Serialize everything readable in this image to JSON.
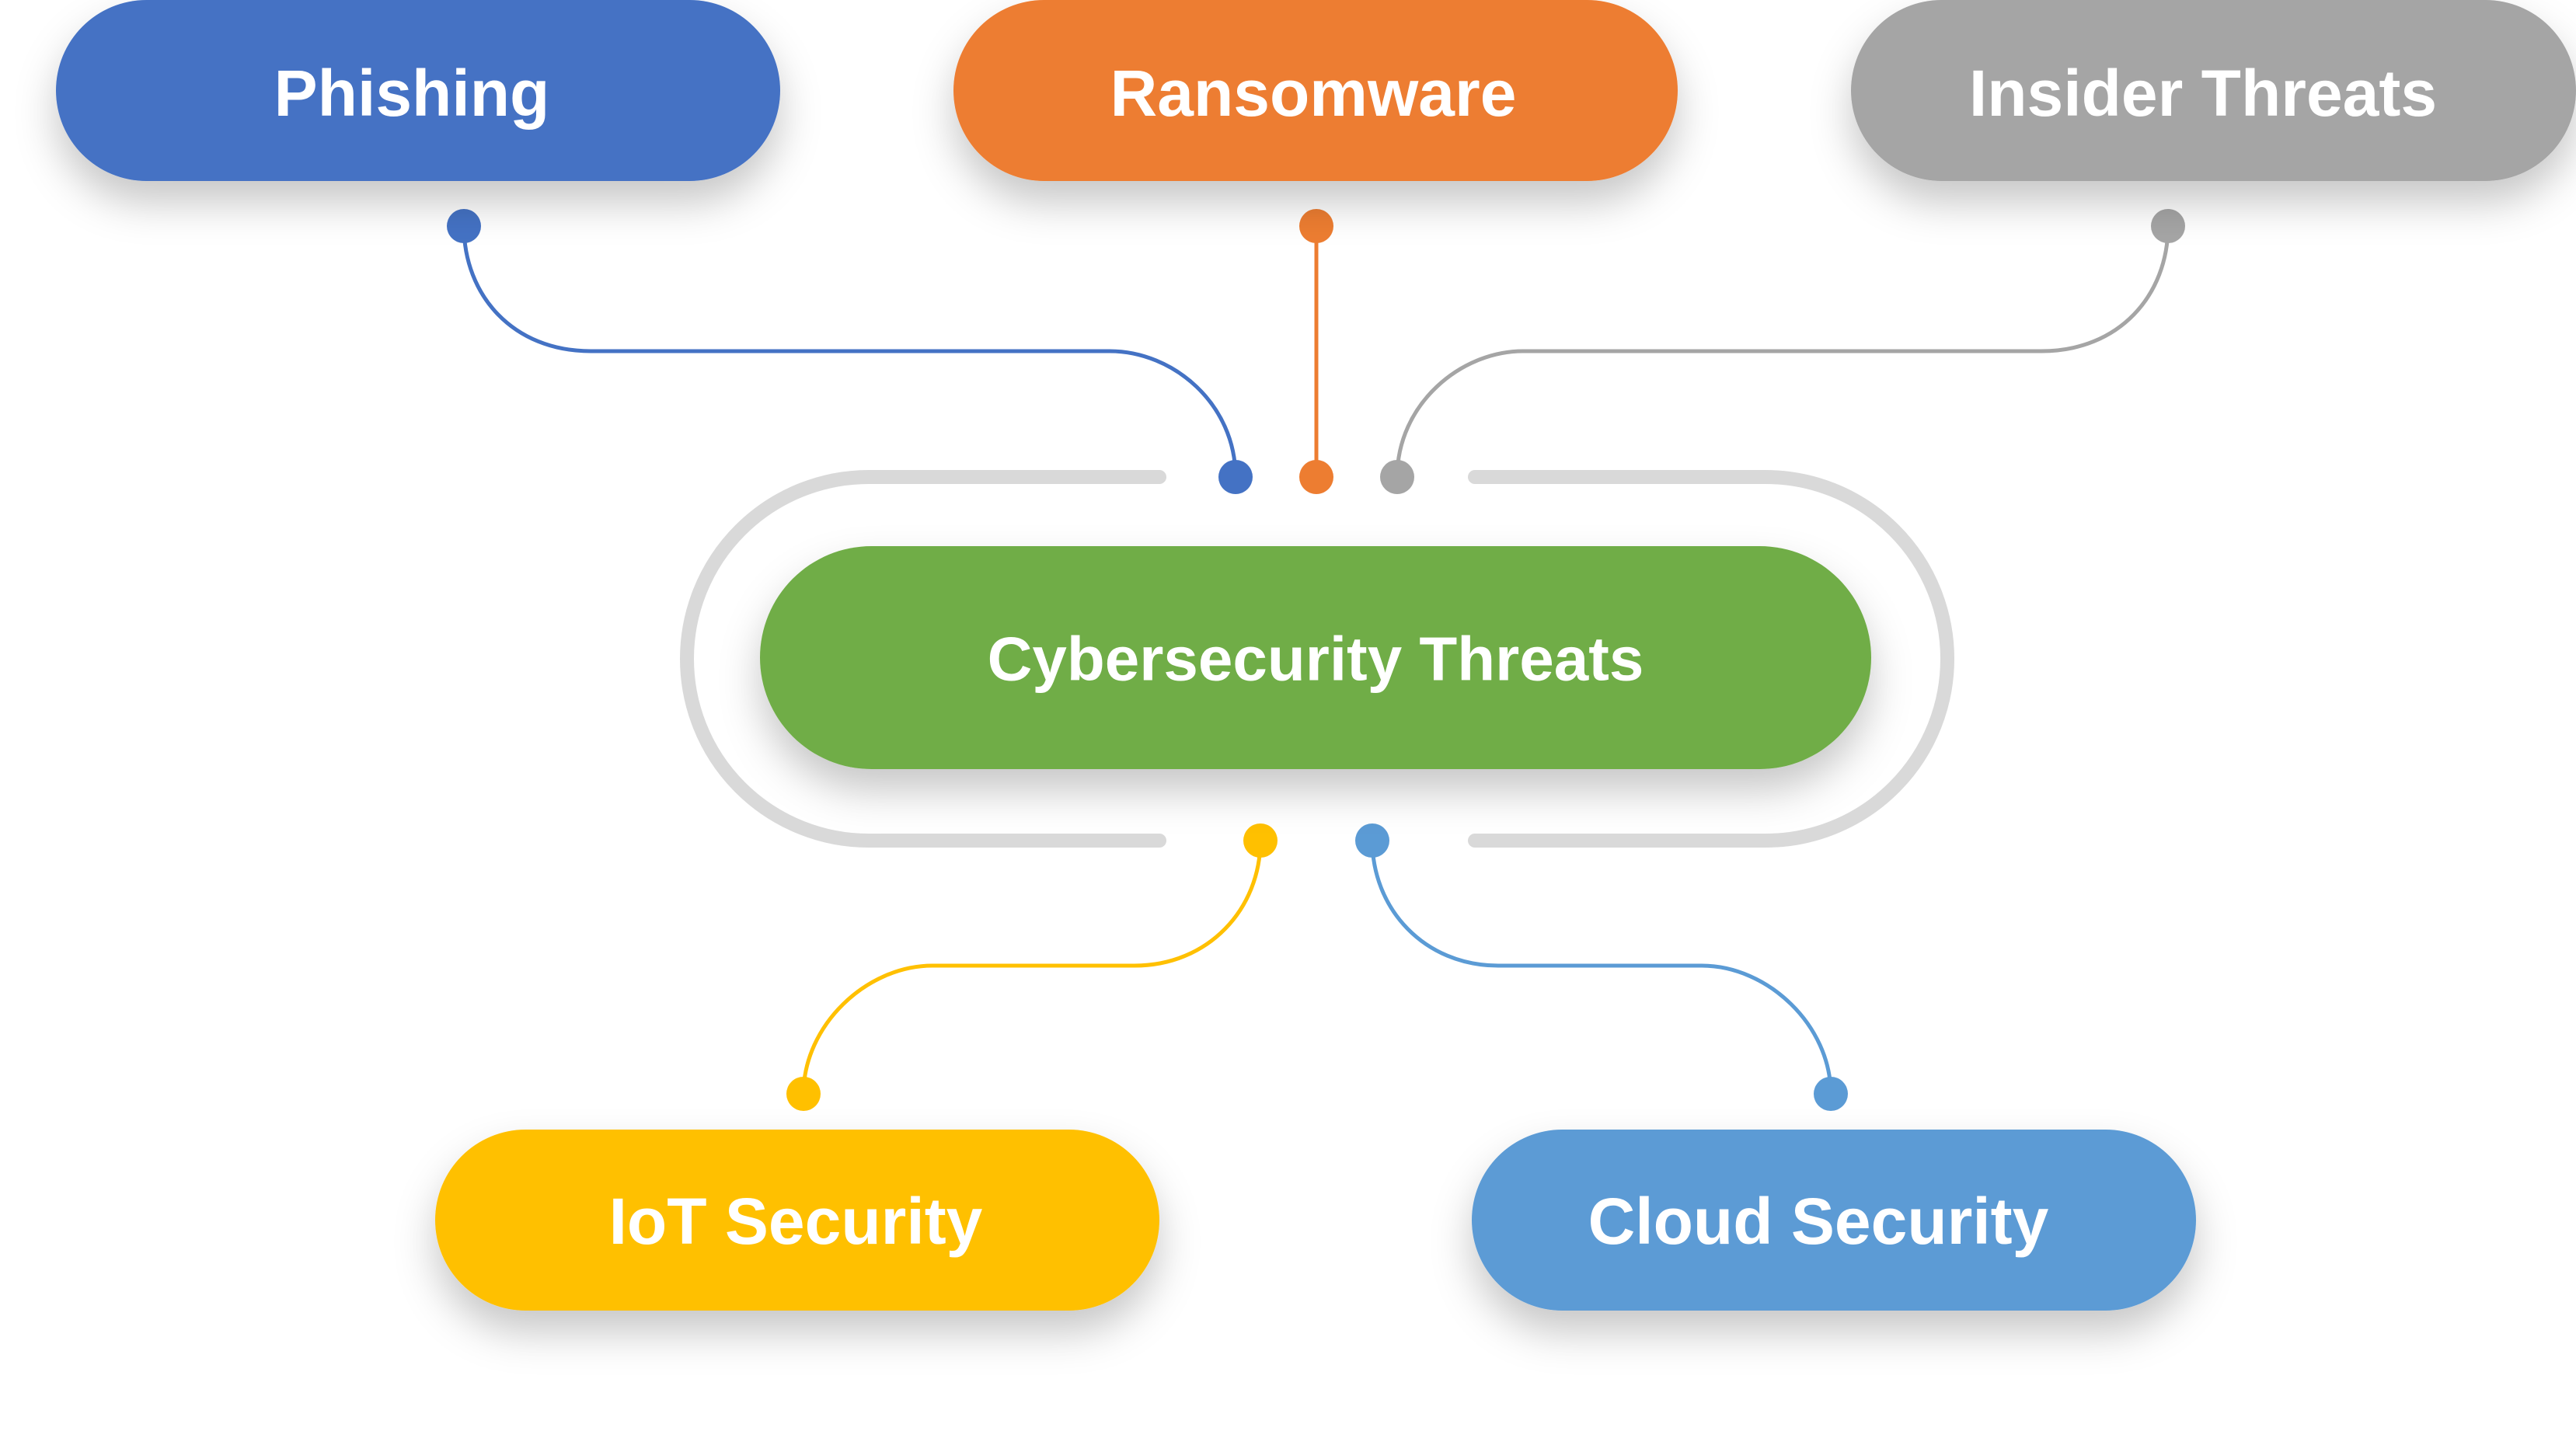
{
  "center": {
    "label": "Cybersecurity Threats",
    "color": "#70AD47",
    "ring_color": "#D9D9D9"
  },
  "nodes": [
    {
      "id": "phishing",
      "label": "Phishing",
      "color": "#4472C4"
    },
    {
      "id": "ransomware",
      "label": "Ransomware",
      "color": "#ED7D31"
    },
    {
      "id": "insider-threats",
      "label": "Insider Threats",
      "color": "#A5A5A5"
    },
    {
      "id": "iot-security",
      "label": "IoT Security",
      "color": "#FFC000"
    },
    {
      "id": "cloud-security",
      "label": "Cloud Security",
      "color": "#5B9BD5"
    }
  ]
}
